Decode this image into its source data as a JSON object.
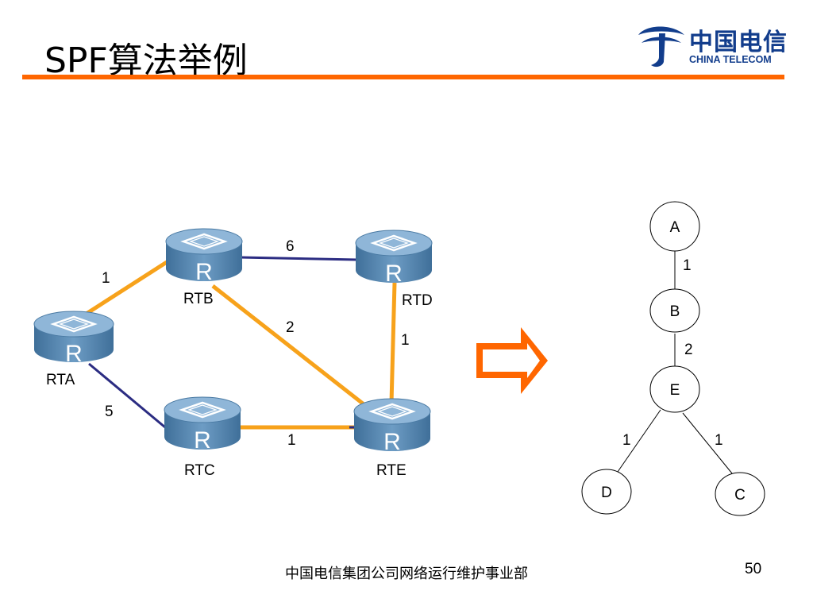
{
  "slide": {
    "title": "SPF算法举例",
    "footer": "中国电信集团公司网络运行维护事业部",
    "page_number": "50"
  },
  "logo": {
    "name_cn": "中国电信",
    "name_en": "CHINA TELECOM"
  },
  "colors": {
    "accent_orange": "#ff6600",
    "link_orange": "#f7a21b",
    "link_navy": "#2b2c82",
    "router_blue": "#5a8ab3",
    "logo_blue": "#123d8c"
  },
  "network": {
    "routers": [
      {
        "id": "RTA",
        "label": "RTA",
        "icon_letter": "R"
      },
      {
        "id": "RTB",
        "label": "RTB",
        "icon_letter": "R"
      },
      {
        "id": "RTC",
        "label": "RTC",
        "icon_letter": "R"
      },
      {
        "id": "RTD",
        "label": "RTD",
        "icon_letter": "R"
      },
      {
        "id": "RTE",
        "label": "RTE",
        "icon_letter": "R"
      }
    ],
    "links": [
      {
        "from": "RTA",
        "to": "RTB",
        "cost": "1",
        "in_spf_tree": true
      },
      {
        "from": "RTA",
        "to": "RTC",
        "cost": "5",
        "in_spf_tree": false
      },
      {
        "from": "RTB",
        "to": "RTD",
        "cost": "6",
        "in_spf_tree": false
      },
      {
        "from": "RTB",
        "to": "RTE",
        "cost": "2",
        "in_spf_tree": true
      },
      {
        "from": "RTD",
        "to": "RTE",
        "cost": "1",
        "in_spf_tree": true
      },
      {
        "from": "RTC",
        "to": "RTE",
        "cost": "1",
        "in_spf_tree": true
      }
    ]
  },
  "arrow": {
    "icon": "right-arrow-icon"
  },
  "spf_tree": {
    "nodes": [
      {
        "id": "A",
        "label": "A"
      },
      {
        "id": "B",
        "label": "B"
      },
      {
        "id": "E",
        "label": "E"
      },
      {
        "id": "D",
        "label": "D"
      },
      {
        "id": "C",
        "label": "C"
      }
    ],
    "edges": [
      {
        "from": "A",
        "to": "B",
        "cost": "1"
      },
      {
        "from": "B",
        "to": "E",
        "cost": "2"
      },
      {
        "from": "E",
        "to": "D",
        "cost": "1"
      },
      {
        "from": "E",
        "to": "C",
        "cost": "1"
      }
    ]
  }
}
